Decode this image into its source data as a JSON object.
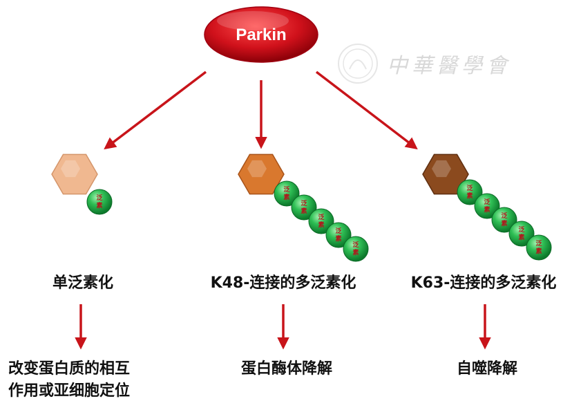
{
  "top_node": {
    "label": "Parkin"
  },
  "watermark": {
    "text": "中華醫學會"
  },
  "ubiquitin_label": "泛\n素",
  "branches": [
    {
      "type_label": "单泛素化",
      "outcome_lines": [
        "改变蛋白质的相互",
        "作用或亚细胞定位"
      ],
      "ubiquitin_count": 1,
      "hex_color": "#f0b890",
      "hex_edge": "#d4956a"
    },
    {
      "type_label": "K48-连接的多泛素化",
      "outcome_lines": [
        "蛋白酶体降解"
      ],
      "ubiquitin_count": 5,
      "hex_color": "#d9782e",
      "hex_edge": "#a8531a"
    },
    {
      "type_label": "K63-连接的多泛素化",
      "outcome_lines": [
        "自噬降解"
      ],
      "ubiquitin_count": 5,
      "hex_color": "#8b4a1e",
      "hex_edge": "#5e2e10"
    }
  ],
  "colors": {
    "arrow": "#c8141a",
    "ellipse": "#d0111b",
    "ubiquitin": "#22a94a"
  }
}
